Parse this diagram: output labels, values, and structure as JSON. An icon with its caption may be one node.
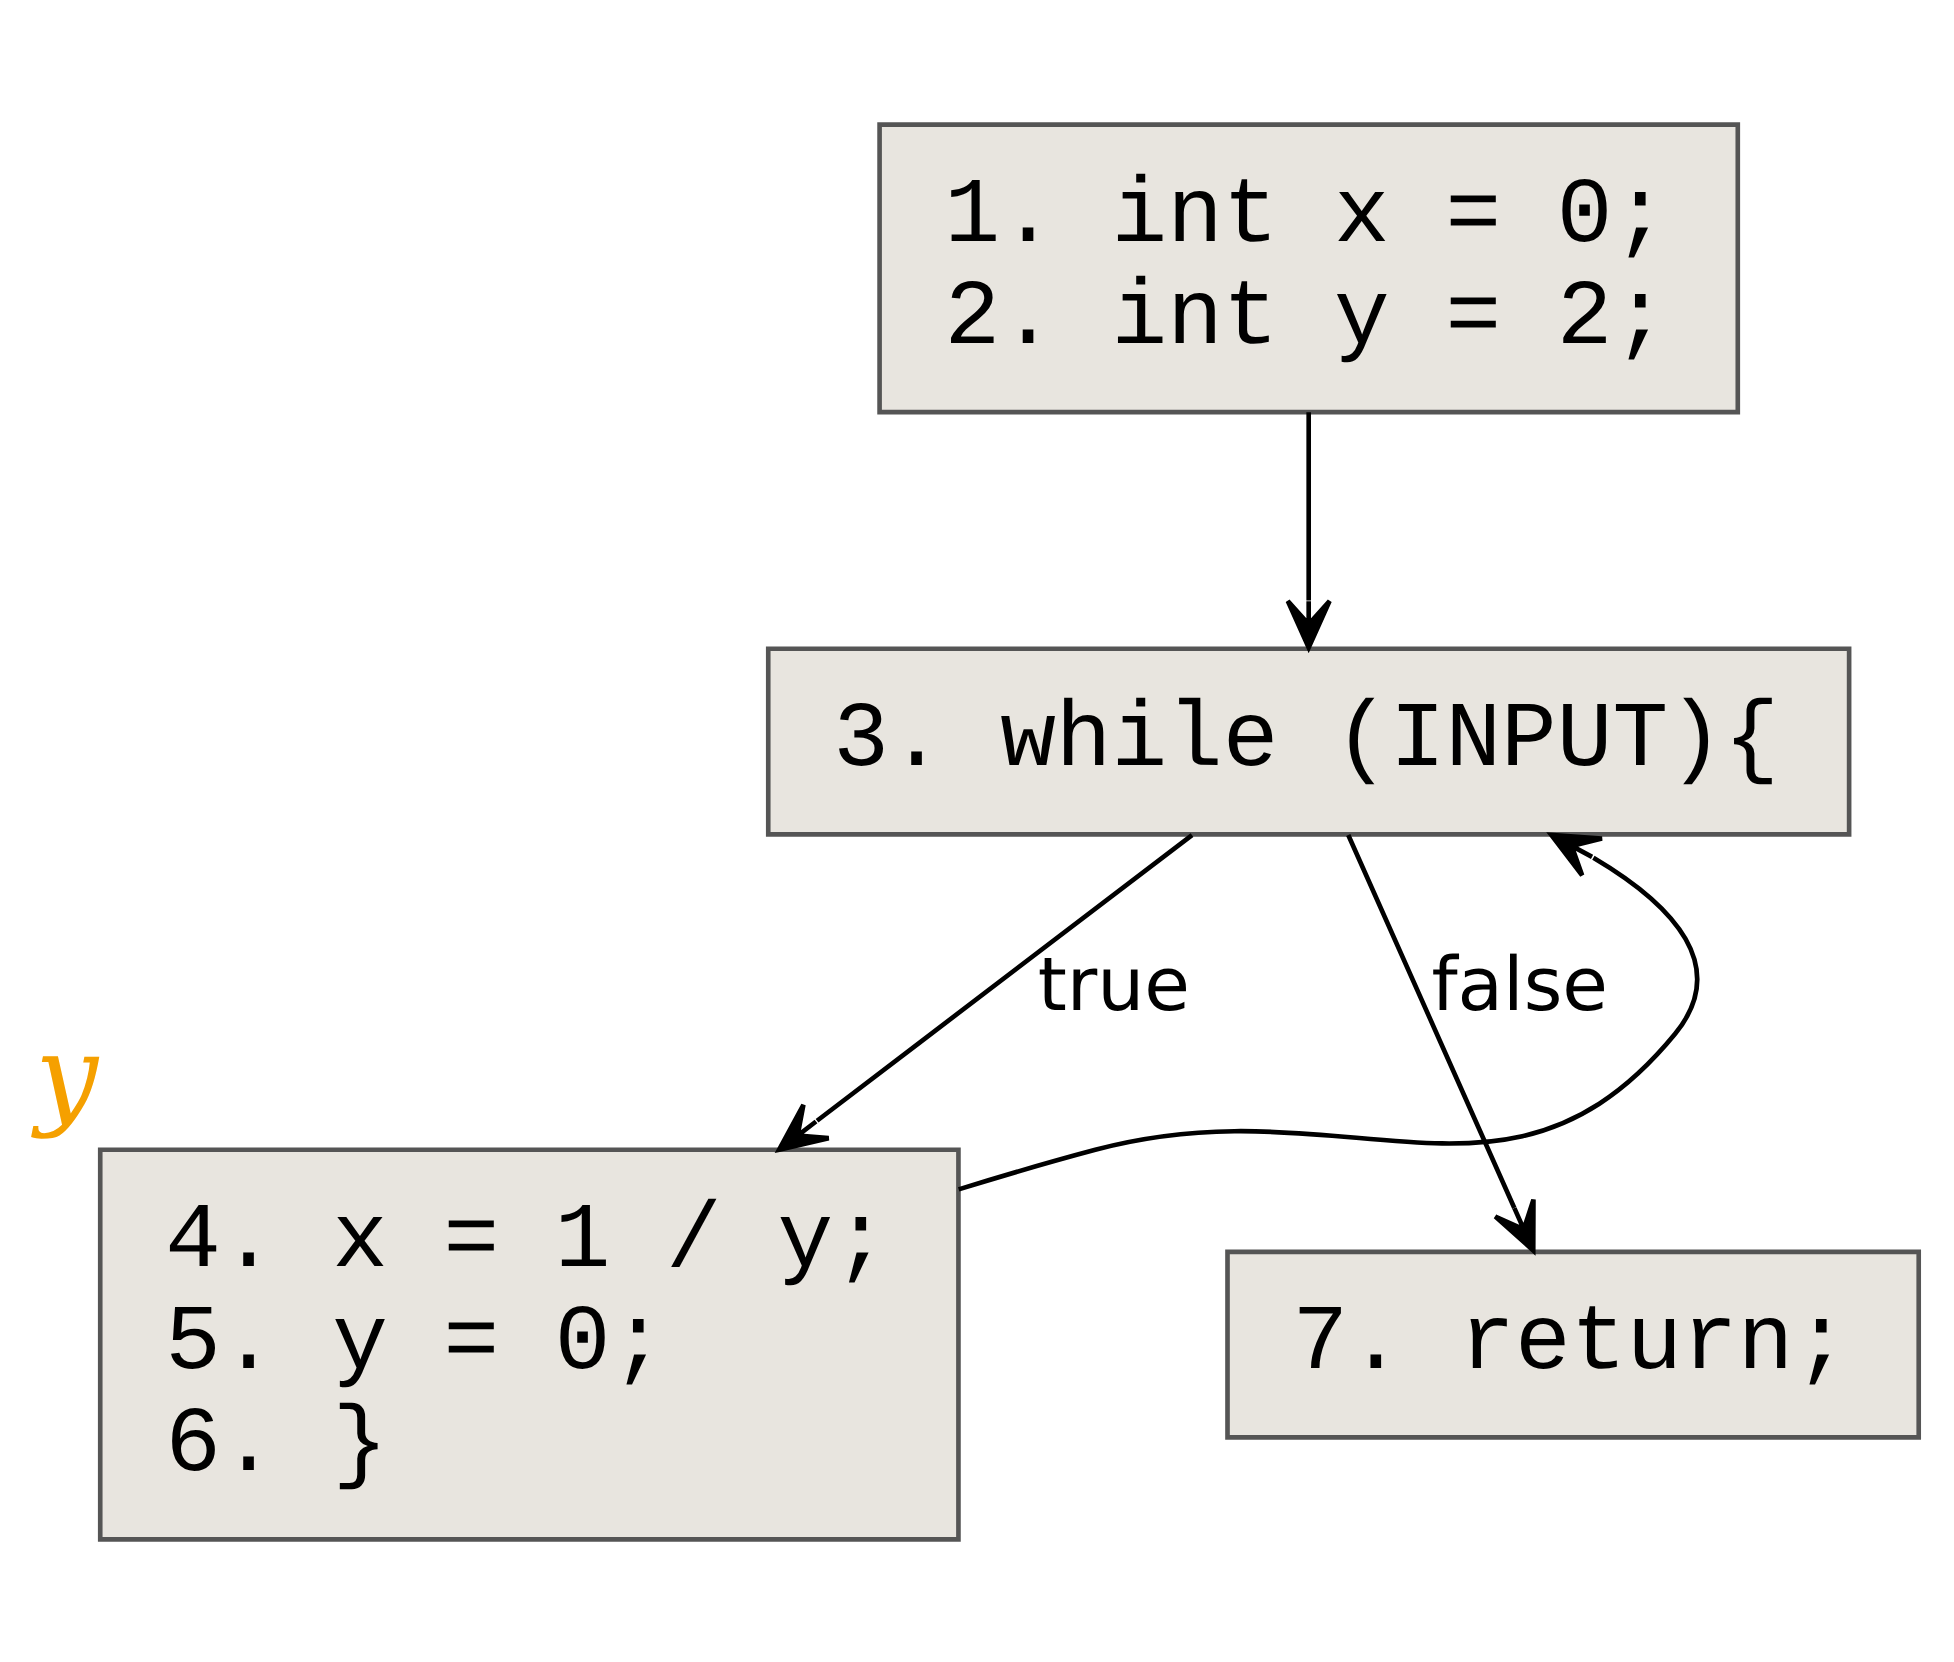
{
  "diagram": {
    "nodes": [
      {
        "text": [
          "1. int x = 0;",
          "2. int y = 2;"
        ]
      },
      {
        "text": [
          "3. while (INPUT){"
        ]
      },
      {
        "text": [
          "4. x = 1 / y;",
          "5. y = 0;",
          "6. }"
        ],
        "beside": [
          "y"
        ]
      },
      {
        "text": [
          "7. return;"
        ]
      }
    ],
    "edges": [
      {
        "from": 0,
        "to": 1,
        "arrow": "to"
      },
      {
        "from": 1,
        "to": 2,
        "arrow": "to",
        "label": "true"
      },
      {
        "from": 1,
        "to": 3,
        "arrow": "to",
        "label": "false"
      },
      {
        "from": 2,
        "to": 1,
        "arrow": "to"
      }
    ]
  }
}
